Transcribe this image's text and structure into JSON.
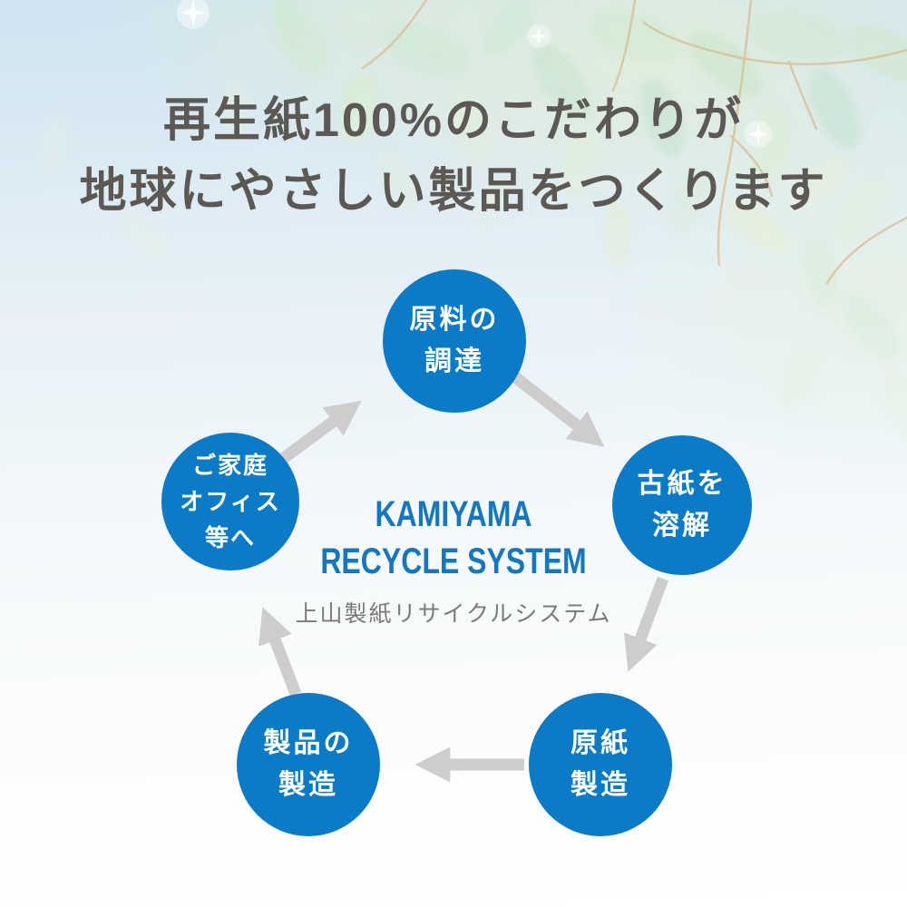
{
  "title": {
    "line1": "再生紙100%のこだわりが",
    "line2": "地球にやさしい製品をつくります"
  },
  "diagram": {
    "center": {
      "brand_line1": "KAMIYAMA",
      "brand_line2": "RECYCLE SYSTEM",
      "subtitle": "上山製紙リサイクルシステム"
    },
    "steps": [
      {
        "name": "raw-material-procurement",
        "lines": [
          "原料の",
          "調達"
        ]
      },
      {
        "name": "dissolve-used-paper",
        "lines": [
          "古紙を",
          "溶解"
        ]
      },
      {
        "name": "base-paper-manufacturing",
        "lines": [
          "原紙",
          "製造"
        ]
      },
      {
        "name": "product-manufacturing",
        "lines": [
          "製品の",
          "製造"
        ]
      },
      {
        "name": "to-homes-and-offices",
        "lines": [
          "ご家庭",
          "オフィス",
          "等へ"
        ]
      }
    ],
    "flow": "clockwise-cycle"
  },
  "colors": {
    "circle_blue": "#0b7ac7",
    "brand_blue": "#1677c1",
    "title_gray": "#5c5955",
    "subtitle_gray": "#7b7a78",
    "arrow_gray": "#cecdcc"
  }
}
